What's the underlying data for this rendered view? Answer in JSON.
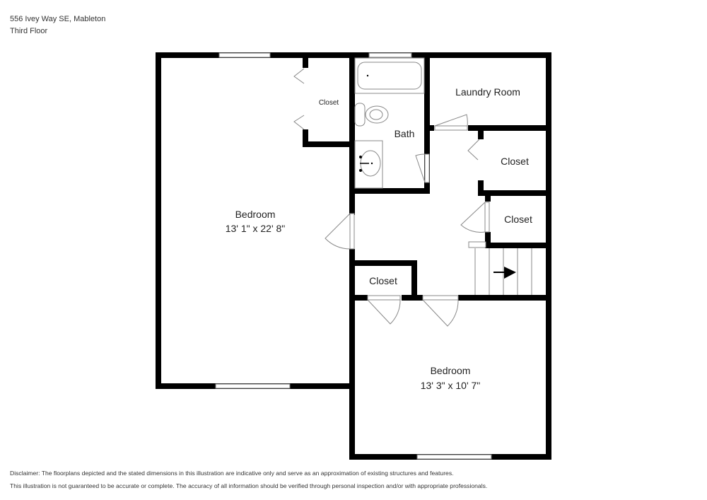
{
  "header": {
    "address": "556 Ivey Way SE, Mableton",
    "floor": "Third Floor"
  },
  "rooms": [
    {
      "name": "Bedroom",
      "dimensions": "13' 1\" x 22' 8\""
    },
    {
      "name": "Closet"
    },
    {
      "name": "Bath"
    },
    {
      "name": "Laundry Room"
    },
    {
      "name": "Closet"
    },
    {
      "name": "Closet"
    },
    {
      "name": "Closet"
    },
    {
      "name": "Bedroom",
      "dimensions": "13' 3\" x 10' 7\""
    }
  ],
  "icons": {
    "stairs_arrow": "arrow-right"
  },
  "disclaimer": {
    "line1": "Disclaimer: The floorplans depicted and the stated dimensions in this illustration are indicative only and serve as an approximation of existing structures and features.",
    "line2": "This illustration is not guaranteed to be accurate or complete. The accuracy of all information should be verified through personal inspection and/or with appropriate professionals."
  },
  "colors": {
    "wall": "#000000",
    "fixture": "#888888",
    "background": "#ffffff"
  }
}
